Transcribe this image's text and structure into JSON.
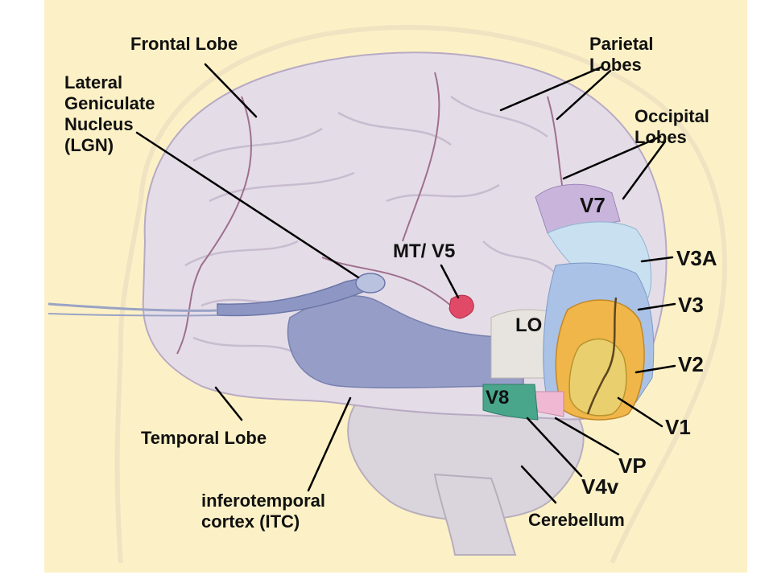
{
  "colors": {
    "background": "#fcf1c6",
    "brain": "#e4dde8",
    "brain_shadow": "#cbbfd2",
    "vessel": "#a06f8e",
    "optic_tract": "#8e97c4",
    "v7": "#c9b5dc",
    "v3a": "#c9e0f0",
    "v3": "#a9c2e6",
    "v2": "#f0b64a",
    "v1": "#e9cf6d",
    "mt": "#e04a66",
    "v8": "#49a68a",
    "vp": "#f0b8d3",
    "lo": "#e7e4df",
    "cerebellum": "#dad5dc",
    "label": "#111111",
    "leader": "#000000"
  },
  "labels": {
    "frontal_lobe": "Frontal Lobe",
    "lgn": "Lateral\nGeniculate\nNucleus\n(LGN)",
    "parietal": "Parietal\nLobes",
    "occipital": "Occipital\nLobes",
    "v7": "V7",
    "mt_v5": "MT/ V5",
    "v3a": "V3A",
    "v3": "V3",
    "lo": "LO",
    "v2": "V2",
    "v8": "V8",
    "v1": "V1",
    "temporal_lobe": "Temporal Lobe",
    "vp": "VP",
    "v4v": "V4v",
    "itc": "inferotemporal\ncortex (ITC)",
    "cerebellum": "Cerebellum"
  }
}
